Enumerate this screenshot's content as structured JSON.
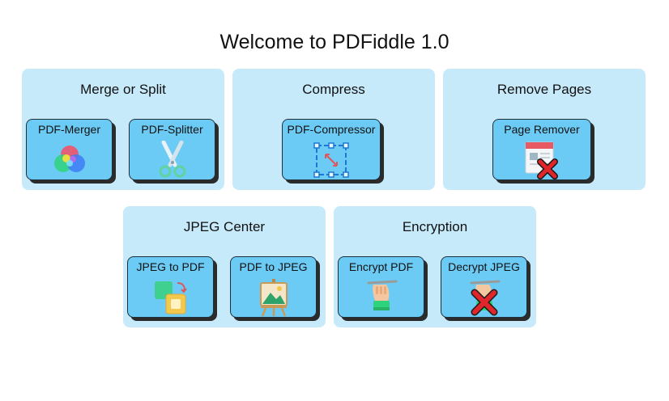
{
  "app": {
    "title": "Welcome to PDFiddle 1.0"
  },
  "groups": [
    {
      "title": "Merge or Split",
      "tools": [
        {
          "label": "PDF-Merger",
          "icon": "color-circles-icon"
        },
        {
          "label": "PDF-Splitter",
          "icon": "scissors-icon"
        }
      ]
    },
    {
      "title": "Compress",
      "tools": [
        {
          "label": "PDF-Compressor",
          "icon": "compress-frame-icon"
        }
      ]
    },
    {
      "title": "Remove Pages",
      "tools": [
        {
          "label": "Page Remover",
          "icon": "page-remove-icon"
        }
      ]
    },
    {
      "title": "JPEG Center",
      "tools": [
        {
          "label": "JPEG to PDF",
          "icon": "convert-squares-icon"
        },
        {
          "label": "PDF to JPEG",
          "icon": "picture-easel-icon"
        }
      ]
    },
    {
      "title": "Encryption",
      "tools": [
        {
          "label": "Encrypt PDF",
          "icon": "hand-pen-icon"
        },
        {
          "label": "Decrypt JPEG",
          "icon": "hand-pen-crossed-icon"
        }
      ]
    }
  ],
  "colors": {
    "group_background": "#c7eafb",
    "button_background": "#6ccbf5",
    "button_shadow": "#2b2b2b",
    "cross": "#e0262b"
  }
}
